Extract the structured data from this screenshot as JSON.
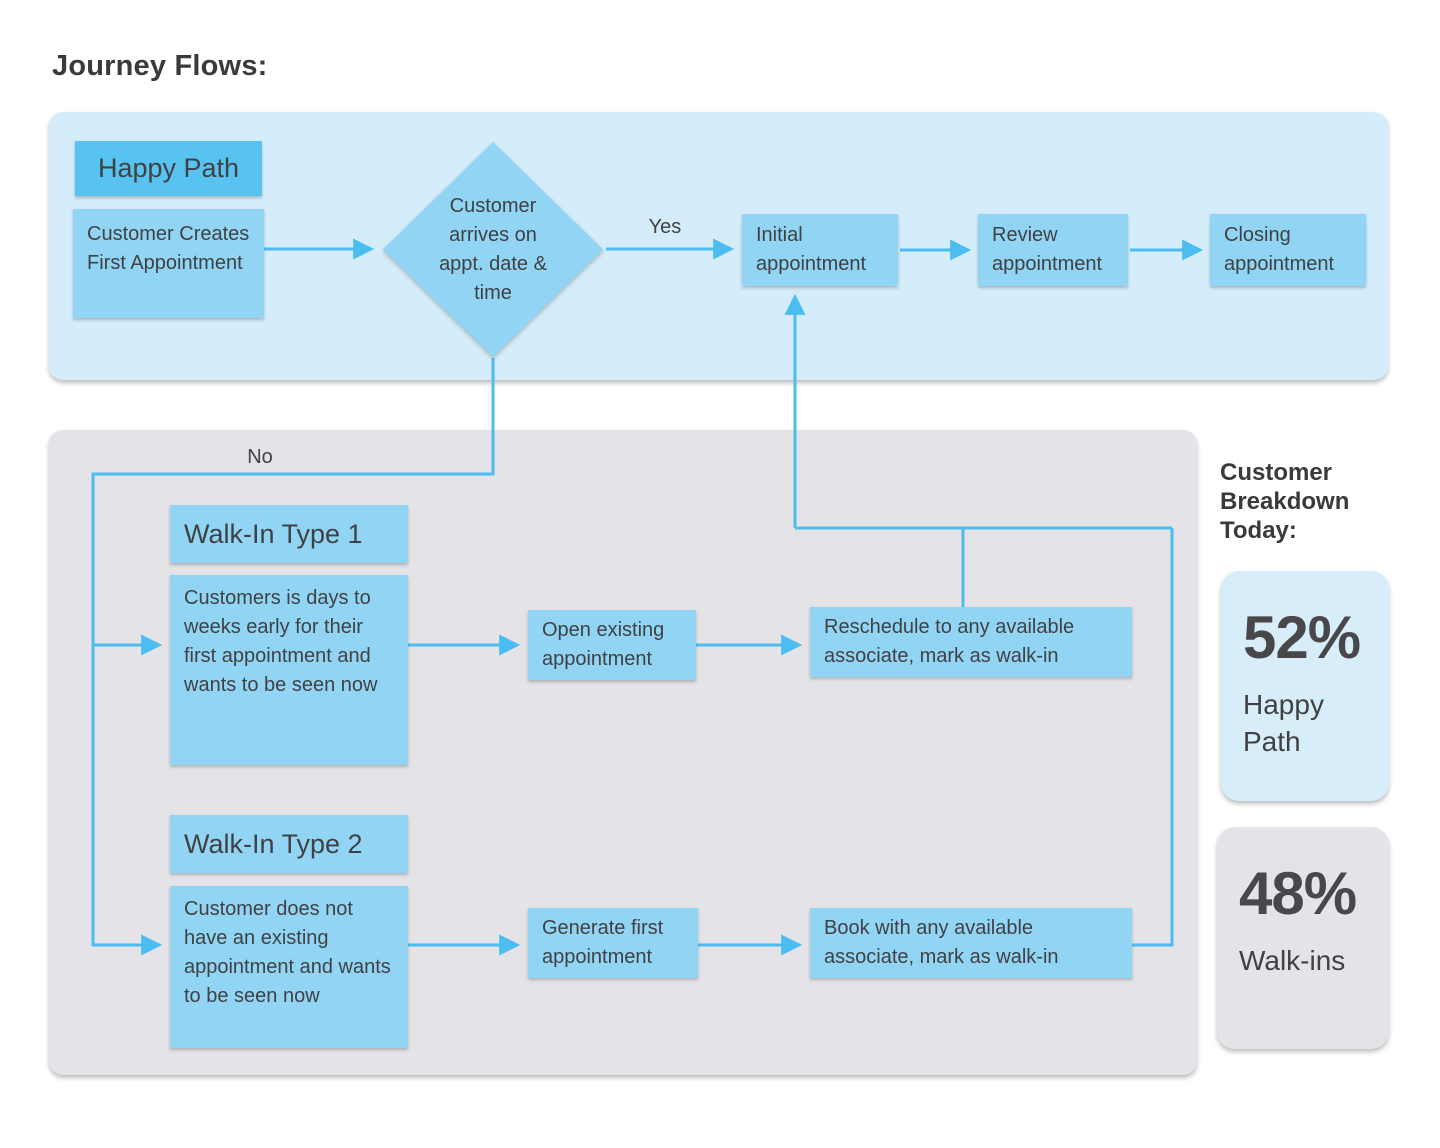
{
  "title": "Journey Flows:",
  "happy_path": {
    "badge": "Happy Path",
    "start": "Customer Creates First Appointment",
    "decision": "Customer arrives on appt. date & time",
    "yes_label": "Yes",
    "no_label": "No",
    "steps": [
      "Initial appointment",
      "Review appointment",
      "Closing appointment"
    ]
  },
  "walk_in_type_1": {
    "header": "Walk-In Type 1",
    "description": "Customers is days to weeks early for their first appointment and wants to be seen now",
    "steps": [
      "Open existing appointment",
      "Reschedule to any available associate, mark as walk-in"
    ]
  },
  "walk_in_type_2": {
    "header": "Walk-In Type 2",
    "description": "Customer does not have an existing appointment and wants to be seen now",
    "steps": [
      "Generate first appointment",
      "Book with any available associate, mark as walk-in"
    ]
  },
  "customer_breakdown": {
    "heading": "Customer Breakdown Today:",
    "cards": [
      {
        "value": "52%",
        "label": "Happy Path"
      },
      {
        "value": "48%",
        "label": "Walk-ins"
      }
    ]
  },
  "colors": {
    "happy_panel": "#d5edfa",
    "walkin_panel": "#e4e3e7",
    "node_fill": "#92d4f3",
    "badge_fill": "#58c2f1",
    "connector": "#4cbdf0",
    "text": "#3f4245"
  }
}
